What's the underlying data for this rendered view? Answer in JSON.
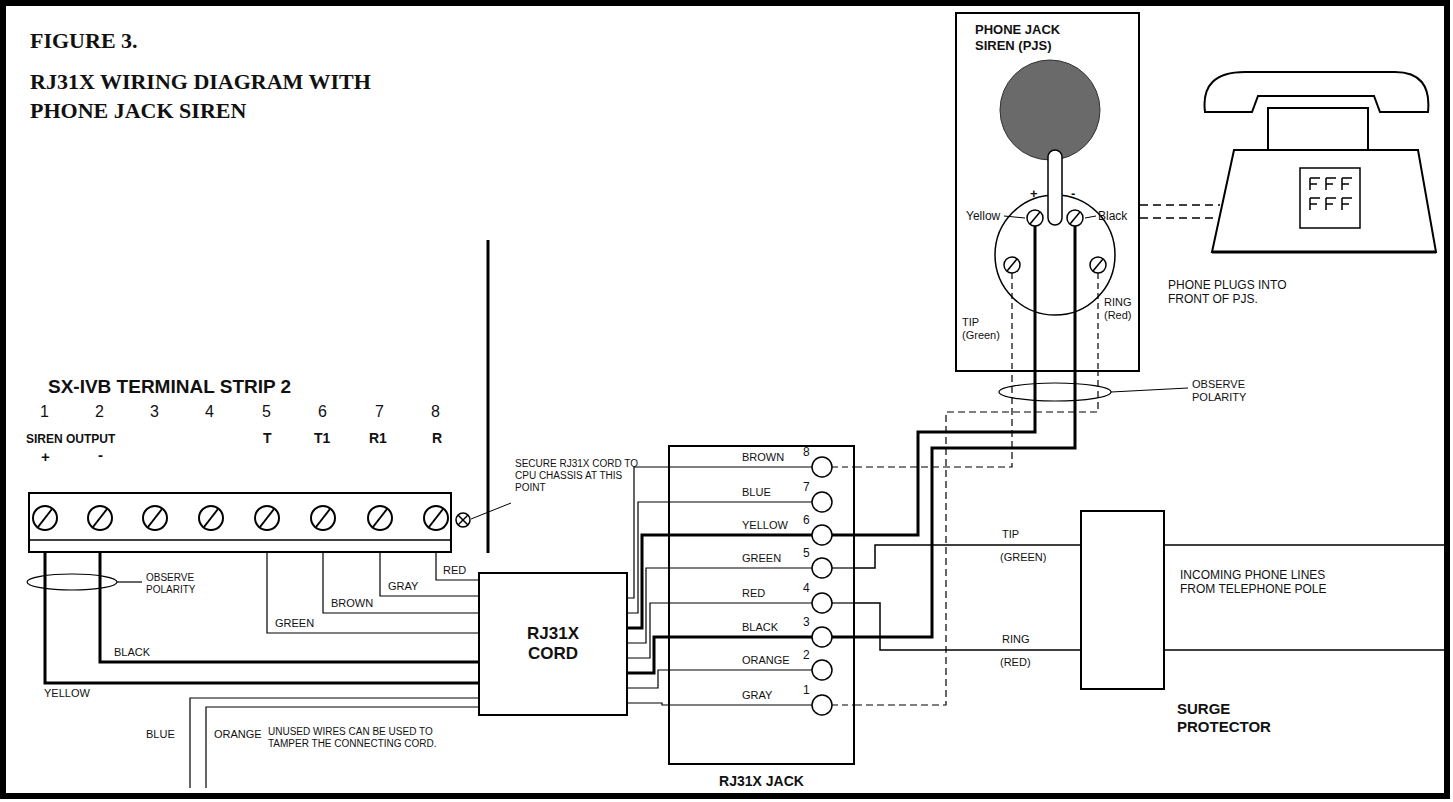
{
  "diagram": {
    "title": "RJ31X WIRING DIAGRAM WITH PHONE JACK SIREN",
    "nodes": [
      {
        "text": [
          "PHONE JACK SIREN (PJS)"
        ]
      },
      {
        "text": [
          "SX-IVB TERMINAL STRIP 2"
        ]
      },
      {
        "text": [
          "RJ31X CORD"
        ]
      },
      {
        "text": [
          "RJ31X JACK"
        ]
      },
      {
        "text": [
          "SURGE PROTECTOR"
        ]
      }
    ],
    "edges": [
      {
        "from": 1,
        "to": 2,
        "arrow": "none",
        "label": "YELLOW"
      },
      {
        "from": 1,
        "to": 2,
        "arrow": "none",
        "label": "BLACK"
      },
      {
        "from": 1,
        "to": 2,
        "arrow": "none",
        "label": "GREEN"
      },
      {
        "from": 1,
        "to": 2,
        "arrow": "none",
        "label": "BROWN"
      },
      {
        "from": 1,
        "to": 2,
        "arrow": "none",
        "label": "GRAY"
      },
      {
        "from": 1,
        "to": 2,
        "arrow": "none",
        "label": "RED"
      },
      {
        "from": 2,
        "to": 3,
        "arrow": "none"
      },
      {
        "from": 2,
        "to": 3,
        "arrow": "none"
      },
      {
        "from": 2,
        "to": 3,
        "arrow": "none"
      },
      {
        "from": 2,
        "to": 3,
        "arrow": "none"
      },
      {
        "from": 2,
        "to": 3,
        "arrow": "none"
      },
      {
        "from": 2,
        "to": 3,
        "arrow": "none"
      },
      {
        "from": 2,
        "to": 3,
        "arrow": "none"
      },
      {
        "from": 2,
        "to": 3,
        "arrow": "none"
      },
      {
        "from": 3,
        "to": 0,
        "arrow": "none"
      },
      {
        "from": 3,
        "to": 0,
        "arrow": "none"
      },
      {
        "from": 3,
        "to": 0,
        "arrow": "none"
      },
      {
        "from": 3,
        "to": 0,
        "arrow": "none"
      },
      {
        "from": 4,
        "to": 3,
        "arrow": "none",
        "label": "TIP"
      },
      {
        "from": 4,
        "to": 3,
        "arrow": "none",
        "label": "RING"
      }
    ],
    "labels": [
      "FIGURE 3.",
      "1",
      "2",
      "3",
      "4",
      "5",
      "6",
      "7",
      "8",
      "SIREN OUTPUT",
      "+",
      "-",
      "T",
      "T1",
      "R1",
      "R",
      "SECURE RJ31X CORD TO CPU CHASSIS AT THIS POINT",
      "OBSERVE POLARITY",
      "BLUE",
      "ORANGE",
      "UNUSED WIRES CAN BE USED TO TAMPER THE CONNECTING CORD.",
      "BROWN",
      "8",
      "BLUE",
      "7",
      "YELLOW",
      "6",
      "GREEN",
      "5",
      "RED",
      "4",
      "BLACK",
      "3",
      "ORANGE",
      "2",
      "GRAY",
      "1",
      "Yellow",
      "+",
      "-",
      "Black",
      "TIP (Green)",
      "RING (Red)",
      "OBSERVE POLARITY",
      "PHONE PLUGS INTO FRONT OF PJS.",
      "(GREEN)",
      "(RED)",
      "INCOMING PHONE LINES FROM TELEPHONE POLE"
    ]
  }
}
